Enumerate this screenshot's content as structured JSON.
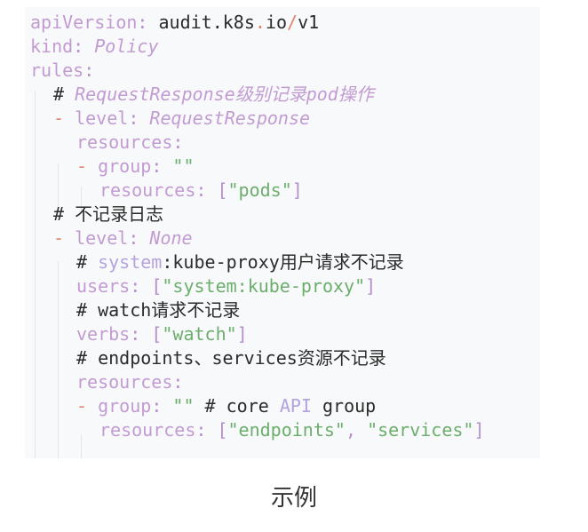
{
  "code": {
    "lines": [
      {
        "parts": [
          "apiVersion",
          ": ",
          "audit.k8s",
          ".",
          "io",
          "/",
          "v1"
        ]
      },
      {
        "parts": [
          "kind",
          ": ",
          "Policy"
        ]
      },
      {
        "parts": [
          "rules",
          ":"
        ]
      },
      {
        "parts": [
          "# ",
          "RequestResponse级别记录pod操作"
        ]
      },
      {
        "parts": [
          "- ",
          "level",
          ": ",
          "RequestResponse"
        ]
      },
      {
        "parts": [
          "resources",
          ":"
        ]
      },
      {
        "parts": [
          "- ",
          "group",
          ": ",
          "\"\""
        ]
      },
      {
        "parts": [
          "resources",
          ": ",
          "[",
          "\"pods\"",
          "]"
        ]
      },
      {
        "parts": [
          "# ",
          "不记录日志"
        ]
      },
      {
        "parts": [
          "- ",
          "level",
          ": ",
          "None"
        ]
      },
      {
        "parts": [
          "# ",
          "system",
          ":kube",
          "-proxy",
          "用户请求不记录"
        ]
      },
      {
        "parts": [
          "users",
          ": ",
          "[",
          "\"system:kube-proxy\"",
          "]"
        ]
      },
      {
        "parts": [
          "# ",
          "watch请求不记录"
        ]
      },
      {
        "parts": [
          "verbs",
          ": ",
          "[",
          "\"watch\"",
          "]"
        ]
      },
      {
        "parts": [
          "# ",
          "endpoints、services资源不记录"
        ]
      },
      {
        "parts": [
          "resources",
          ":"
        ]
      },
      {
        "parts": [
          "- ",
          "group",
          ": ",
          "\"\"",
          " # core ",
          "API",
          " group"
        ]
      },
      {
        "parts": [
          "resources",
          ": ",
          "[",
          "\"endpoints\"",
          ", ",
          "\"services\"",
          "]"
        ]
      }
    ]
  },
  "caption": "示例"
}
